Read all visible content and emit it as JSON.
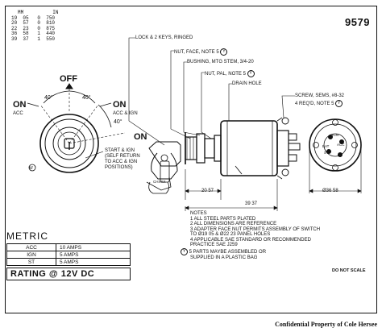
{
  "drawing_number": "9579",
  "dimension_table": {
    "headers": [
      "MM",
      "IN"
    ],
    "rows": [
      [
        "19  05",
        "0  750"
      ],
      [
        "20  57",
        "0  810"
      ],
      [
        "22  23",
        "0  875"
      ],
      [
        "36  58",
        "1  440"
      ],
      [
        "39  37",
        "1  550"
      ]
    ]
  },
  "front_view": {
    "positions": {
      "off": "OFF",
      "on_left": "ON",
      "acc": "ACC",
      "on_right": "ON",
      "acc_ign": "ACC & IGN",
      "on_bottom": "ON",
      "start_ign": [
        "START & IGN",
        "(SELF RETURN",
        "TO ACC & IGN",
        "POSITIONS)"
      ]
    },
    "angles": [
      "40°",
      "40°",
      "40°"
    ],
    "ground_mark": "W",
    "key_tag": "CHXXX"
  },
  "callouts": {
    "lock_keys": "LOCK & 2 KEYS, RINGED",
    "nut_face": "NUT, FACE, NOTE 5",
    "bushing": "BUSHING, MTG STEM, 3/4-20",
    "nut_pal": "NUT, PAL, NOTE 5",
    "drain_hole": "DRAIN HOLE",
    "screw_sems": "SCREW, SEMS, #8-32",
    "req_note": "4 REQ'D, NOTE 5",
    "note_symbol": "Y"
  },
  "dimensions": {
    "stem": "20 57",
    "body": "39 37",
    "diameter": "Ø36 58"
  },
  "terminals": [
    "ACC",
    "IGN",
    "BAT",
    "ST"
  ],
  "metric": {
    "title": "METRIC",
    "ratings": [
      [
        "ACC",
        "10 AMPS"
      ],
      [
        "IGN",
        "5 AMPS"
      ],
      [
        "ST",
        "5 AMPS"
      ]
    ],
    "rating_label": "RATING",
    "rating_symbol": "@",
    "rating_value": "12V DC"
  },
  "notes": {
    "heading": "NOTES",
    "items": [
      "1  ALL STEEL PARTS PLATED",
      "2  ALL DIMENSIONS ARE REFERENCE",
      "3  ADAPTER FACE NUT PERMITS ASSEMBLY OF SWITCH",
      "    TO Ø19 05 & Ø22 23 PANEL HOLES",
      "4  APPLICABLE SAE STANDARD OR RECOMMENDED",
      "    PRACTICE SAE J259",
      "5  PARTS MAYBE ASSEMBLED OR",
      "    SUPPLIED IN A PLASTIC BAG"
    ]
  },
  "do_not_scale": "DO NOT SCALE",
  "confidential": "Confidential Property of Cole Hersee"
}
